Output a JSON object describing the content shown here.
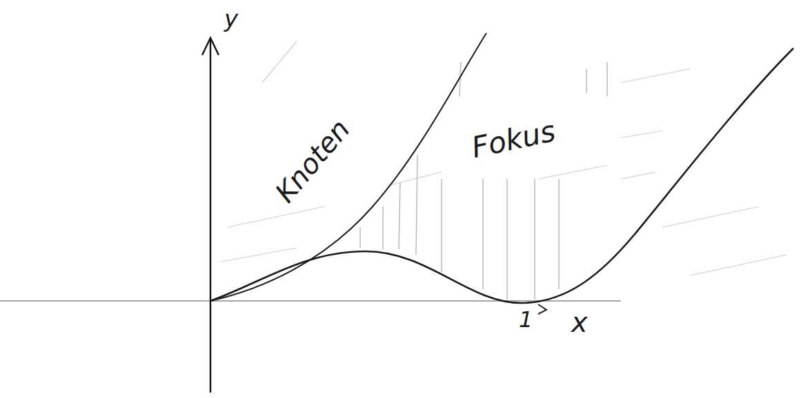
{
  "diagram": {
    "labels": [
      "y",
      "Knoten",
      "Fokus",
      "1",
      "x"
    ]
  }
}
